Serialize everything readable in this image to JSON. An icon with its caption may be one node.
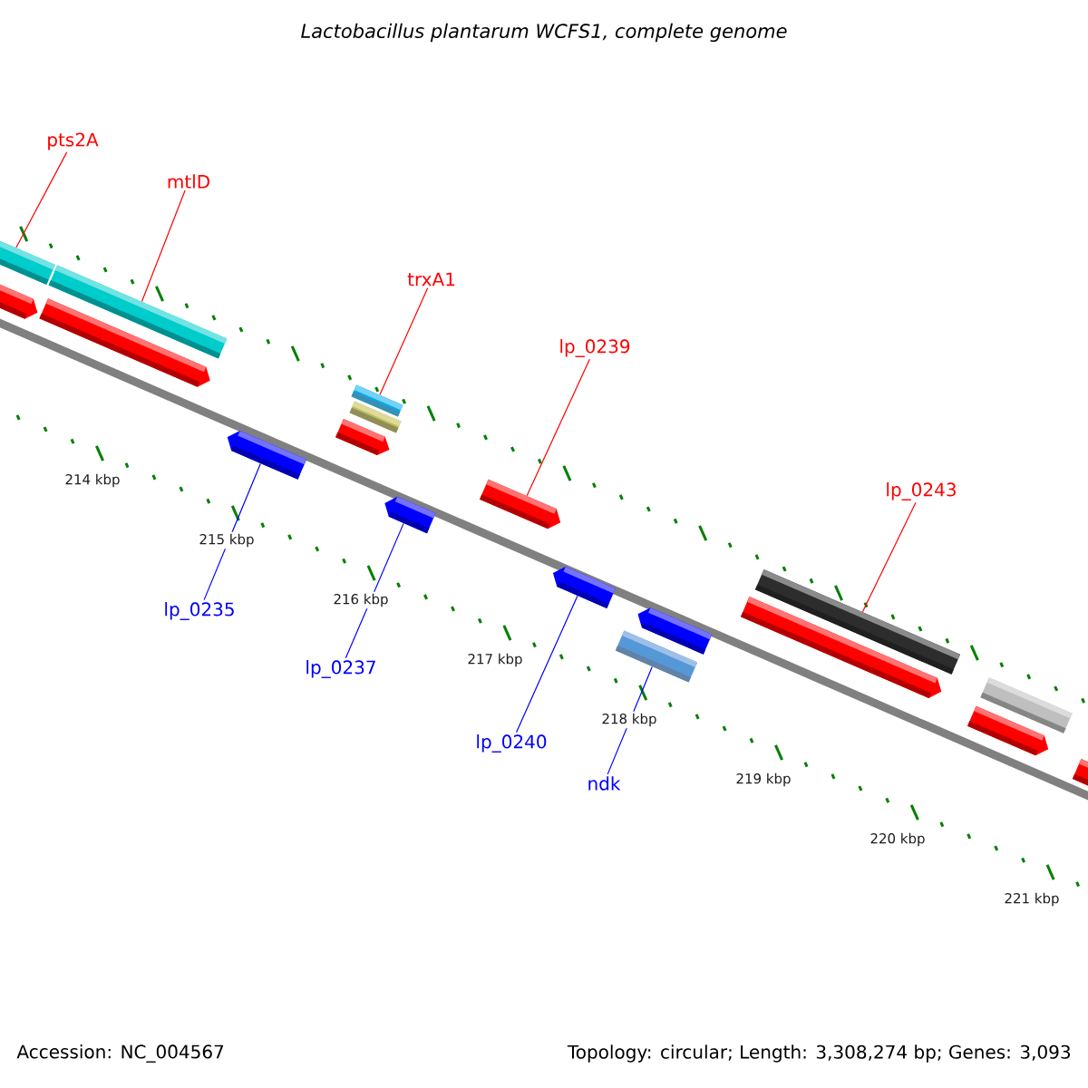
{
  "diagram": {
    "title": "Lactobacillus plantarum WCFS1, complete genome",
    "nodes": [
      {
        "text": [
          "pts2A"
        ]
      },
      {
        "text": [
          "mtlD"
        ]
      },
      {
        "text": [
          "trxA1"
        ]
      },
      {
        "text": [
          "lp_0239"
        ]
      },
      {
        "text": [
          "lp_0243"
        ]
      },
      {
        "text": [
          "lp_0235"
        ]
      },
      {
        "text": [
          "lp_0237"
        ]
      },
      {
        "text": [
          "lp_0240"
        ]
      },
      {
        "text": [
          "ndk"
        ]
      },
      {
        "text": [],
        "shape": "bar"
      },
      {
        "text": [],
        "shape": "bar"
      },
      {
        "text": [],
        "shape": "bar"
      },
      {
        "text": [],
        "shape": "bar"
      },
      {
        "text": [],
        "shape": "bar"
      },
      {
        "text": [],
        "shape": "bar"
      },
      {
        "text": [],
        "shape": "bar"
      },
      {
        "text": [],
        "shape": "bar"
      },
      {
        "text": [],
        "shape": "bar"
      },
      {
        "text": [],
        "shape": "bar"
      },
      {
        "text": [],
        "shape": "bar"
      },
      {
        "text": [],
        "shape": "bar"
      },
      {
        "text": [],
        "shape": "bar"
      },
      {
        "text": [],
        "shape": "bar"
      },
      {
        "text": [],
        "shape": "bar"
      },
      {
        "text": [],
        "shape": "bar"
      },
      {
        "text": [],
        "shape": "bar"
      },
      {
        "text": [],
        "shape": "bar"
      }
    ],
    "edges": [
      {
        "from": 0,
        "to": 9,
        "arrow": "none"
      },
      {
        "from": 1,
        "to": 12,
        "arrow": "none"
      },
      {
        "from": 2,
        "to": 16,
        "arrow": "none"
      },
      {
        "from": 3,
        "to": 18,
        "arrow": "none"
      },
      {
        "from": 4,
        "to": 23,
        "arrow": "none"
      },
      {
        "from": 5,
        "to": 13,
        "arrow": "none",
        "color": "#0000ff"
      },
      {
        "from": 6,
        "to": 17,
        "arrow": "none",
        "color": "#0000ff"
      },
      {
        "from": 7,
        "to": 19,
        "arrow": "none",
        "color": "#0000ff"
      },
      {
        "from": 8,
        "to": 20,
        "arrow": "none",
        "color": "#0000ff"
      }
    ],
    "labels": [
      "214 kbp",
      "215 kbp",
      "216 kbp",
      "217 kbp",
      "218 kbp",
      "219 kbp",
      "220 kbp",
      "221 kbp",
      "Accession: NC_004567",
      "Topology: circular; Length: 3,308,274 bp; Genes: 3,093"
    ]
  }
}
